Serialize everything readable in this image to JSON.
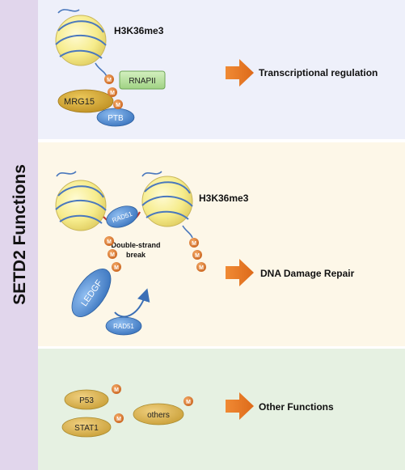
{
  "sidebar": {
    "title": "SETD2 Functions"
  },
  "panel1": {
    "mark": "H3K36me3",
    "proteins": {
      "rnapii": "RNAPII",
      "mrg15": "MRG15",
      "ptb": "PTB"
    },
    "function_label": "Transcriptional regulation"
  },
  "panel2": {
    "mark": "H3K36me3",
    "proteins": {
      "rad51_top": "RAD51",
      "ledgf": "LEDGF",
      "rad51_bottom": "RAD51"
    },
    "break_label_line1": "Double-strand",
    "break_label_line2": "break",
    "function_label": "DNA Damage Repair"
  },
  "panel3": {
    "proteins": {
      "p53": "P53",
      "stat1": "STAT1",
      "others": "others"
    },
    "function_label": "Other Functions"
  },
  "methyl_symbol": "M",
  "colors": {
    "sidebar": "#e1d6ec",
    "panel1_bg": "#eef0fa",
    "panel2_bg": "#fdf7e8",
    "panel3_bg": "#e6f1e2",
    "nucleosome": "#f6ec8c",
    "dna": "#4a78bd",
    "methyl": "#d87326",
    "arrow": "#e97a26",
    "mrg15": "#c49a24",
    "rnapii": "#b9e3a4",
    "blue_protein": "#4a86cf",
    "olive_protein": "#d8ad3c"
  }
}
